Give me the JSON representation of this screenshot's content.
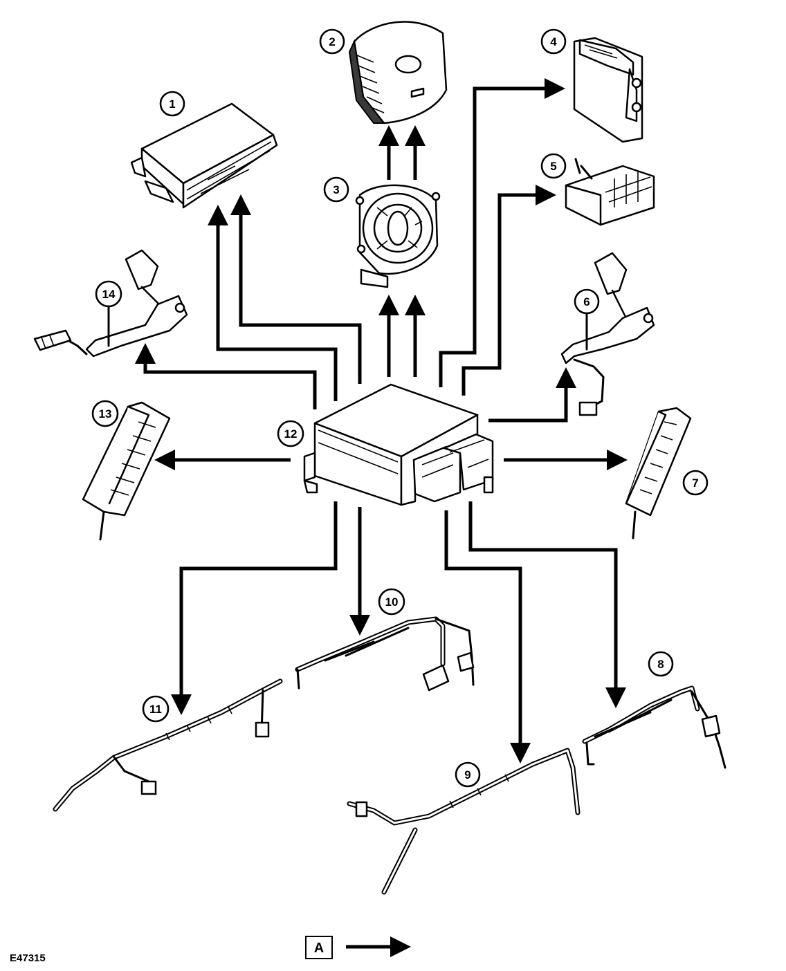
{
  "figure_reference": "E47315",
  "key_label": "A",
  "callouts": [
    {
      "id": "callout-1",
      "label": "1"
    },
    {
      "id": "callout-2",
      "label": "2"
    },
    {
      "id": "callout-3",
      "label": "3"
    },
    {
      "id": "callout-4",
      "label": "4"
    },
    {
      "id": "callout-5",
      "label": "5"
    },
    {
      "id": "callout-6",
      "label": "6"
    },
    {
      "id": "callout-7",
      "label": "7"
    },
    {
      "id": "callout-8",
      "label": "8"
    },
    {
      "id": "callout-9",
      "label": "9"
    },
    {
      "id": "callout-10",
      "label": "10"
    },
    {
      "id": "callout-11",
      "label": "11"
    },
    {
      "id": "callout-12",
      "label": "12"
    },
    {
      "id": "callout-13",
      "label": "13"
    },
    {
      "id": "callout-14",
      "label": "14"
    }
  ]
}
